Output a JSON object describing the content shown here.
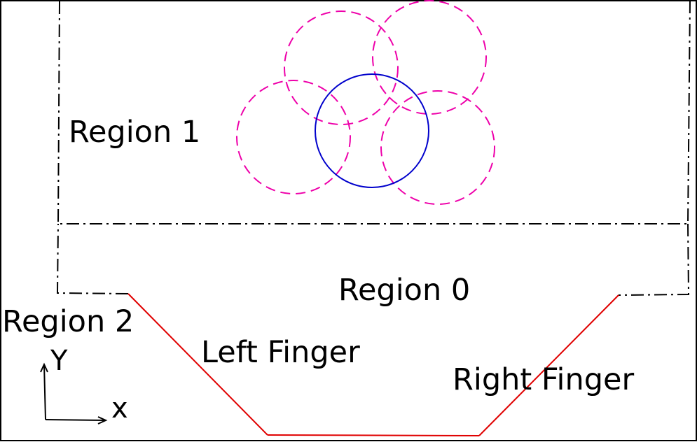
{
  "labels": {
    "region_1": "Region 1",
    "region_0": "Region 0",
    "region_2": "Region 2",
    "left_finger": "Left Finger",
    "right_finger": "Right Finger"
  },
  "axes": {
    "y_label": "Y",
    "x_label": "x"
  },
  "colors": {
    "frame": "#000000",
    "region_boundary": "#000000",
    "fingers": "#e00000",
    "object_circle": "#0000cc",
    "candidate_circles": "#ee00aa"
  }
}
